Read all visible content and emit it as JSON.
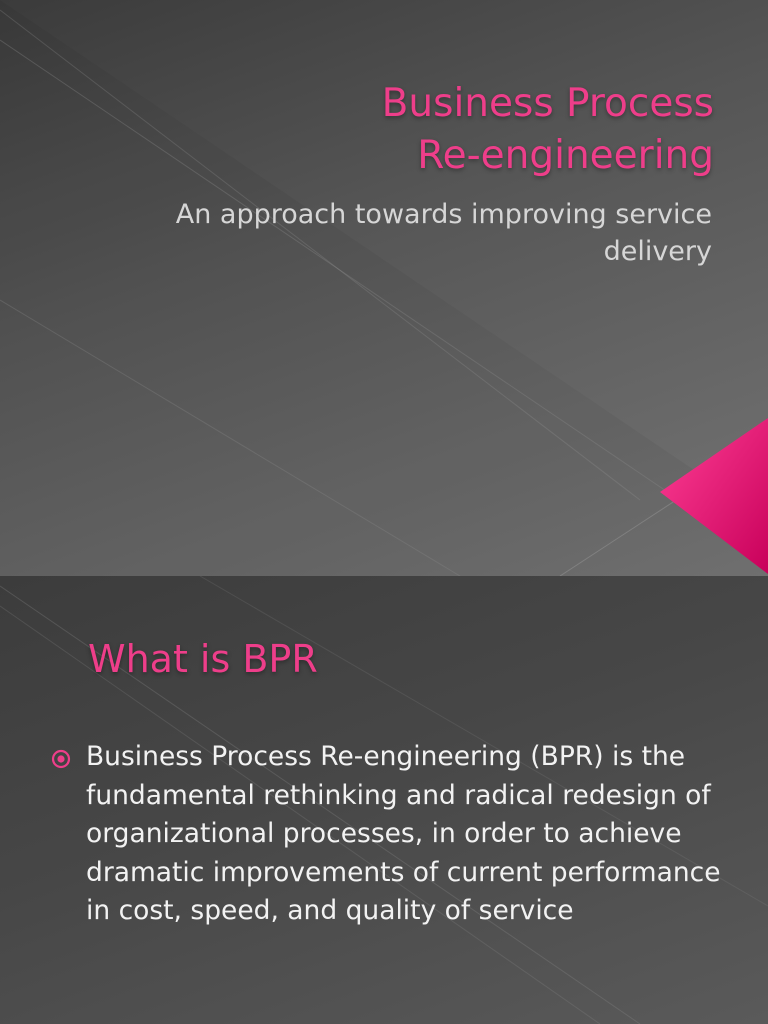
{
  "slide1": {
    "title_line1": "Business Process",
    "title_line2": "Re-engineering",
    "subtitle_line1": "An approach towards improving service",
    "subtitle_line2": "delivery"
  },
  "slide2": {
    "title": "What is BPR",
    "bullet_text": "Business Process Re-engineering (BPR) is the fundamental rethinking and radical redesign of organizational processes, in order to achieve dramatic improvements of current performance in cost, speed, and quality of service"
  },
  "colors": {
    "accent_pink": "#ee3e8a",
    "text_light": "#f2f2f2",
    "subtitle_gray": "#d6d6d6"
  }
}
